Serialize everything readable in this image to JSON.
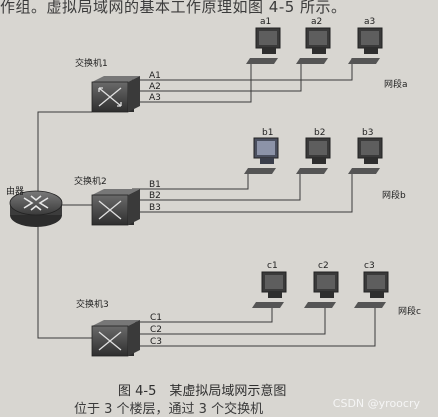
{
  "header_text": "作组。虚拟局域网的基本工作原理如图 4-5 所示。",
  "footer_text": "位于 3 个楼层，通过 3 个交换机",
  "caption": "图 4-5　某虚拟局域网示意图",
  "watermark": "CSDN @yroocry",
  "router_label": "由器",
  "switches": [
    {
      "name": "交换机1",
      "ports": [
        "A1",
        "A2",
        "A3"
      ]
    },
    {
      "name": "交换机2",
      "ports": [
        "B1",
        "B2",
        "B3"
      ]
    },
    {
      "name": "交换机3",
      "ports": [
        "C1",
        "C2",
        "C3"
      ]
    }
  ],
  "segments": [
    {
      "name": "网段a",
      "hosts": [
        "a1",
        "a2",
        "a3"
      ]
    },
    {
      "name": "网段b",
      "hosts": [
        "b1",
        "b2",
        "b3"
      ]
    },
    {
      "name": "网段c",
      "hosts": [
        "c1",
        "c2",
        "c3"
      ]
    }
  ],
  "colors": {
    "background": "#d8d6d1",
    "line": "#3a3a3a",
    "device": "#444444",
    "host_b1_screen": "#8c93a8"
  }
}
